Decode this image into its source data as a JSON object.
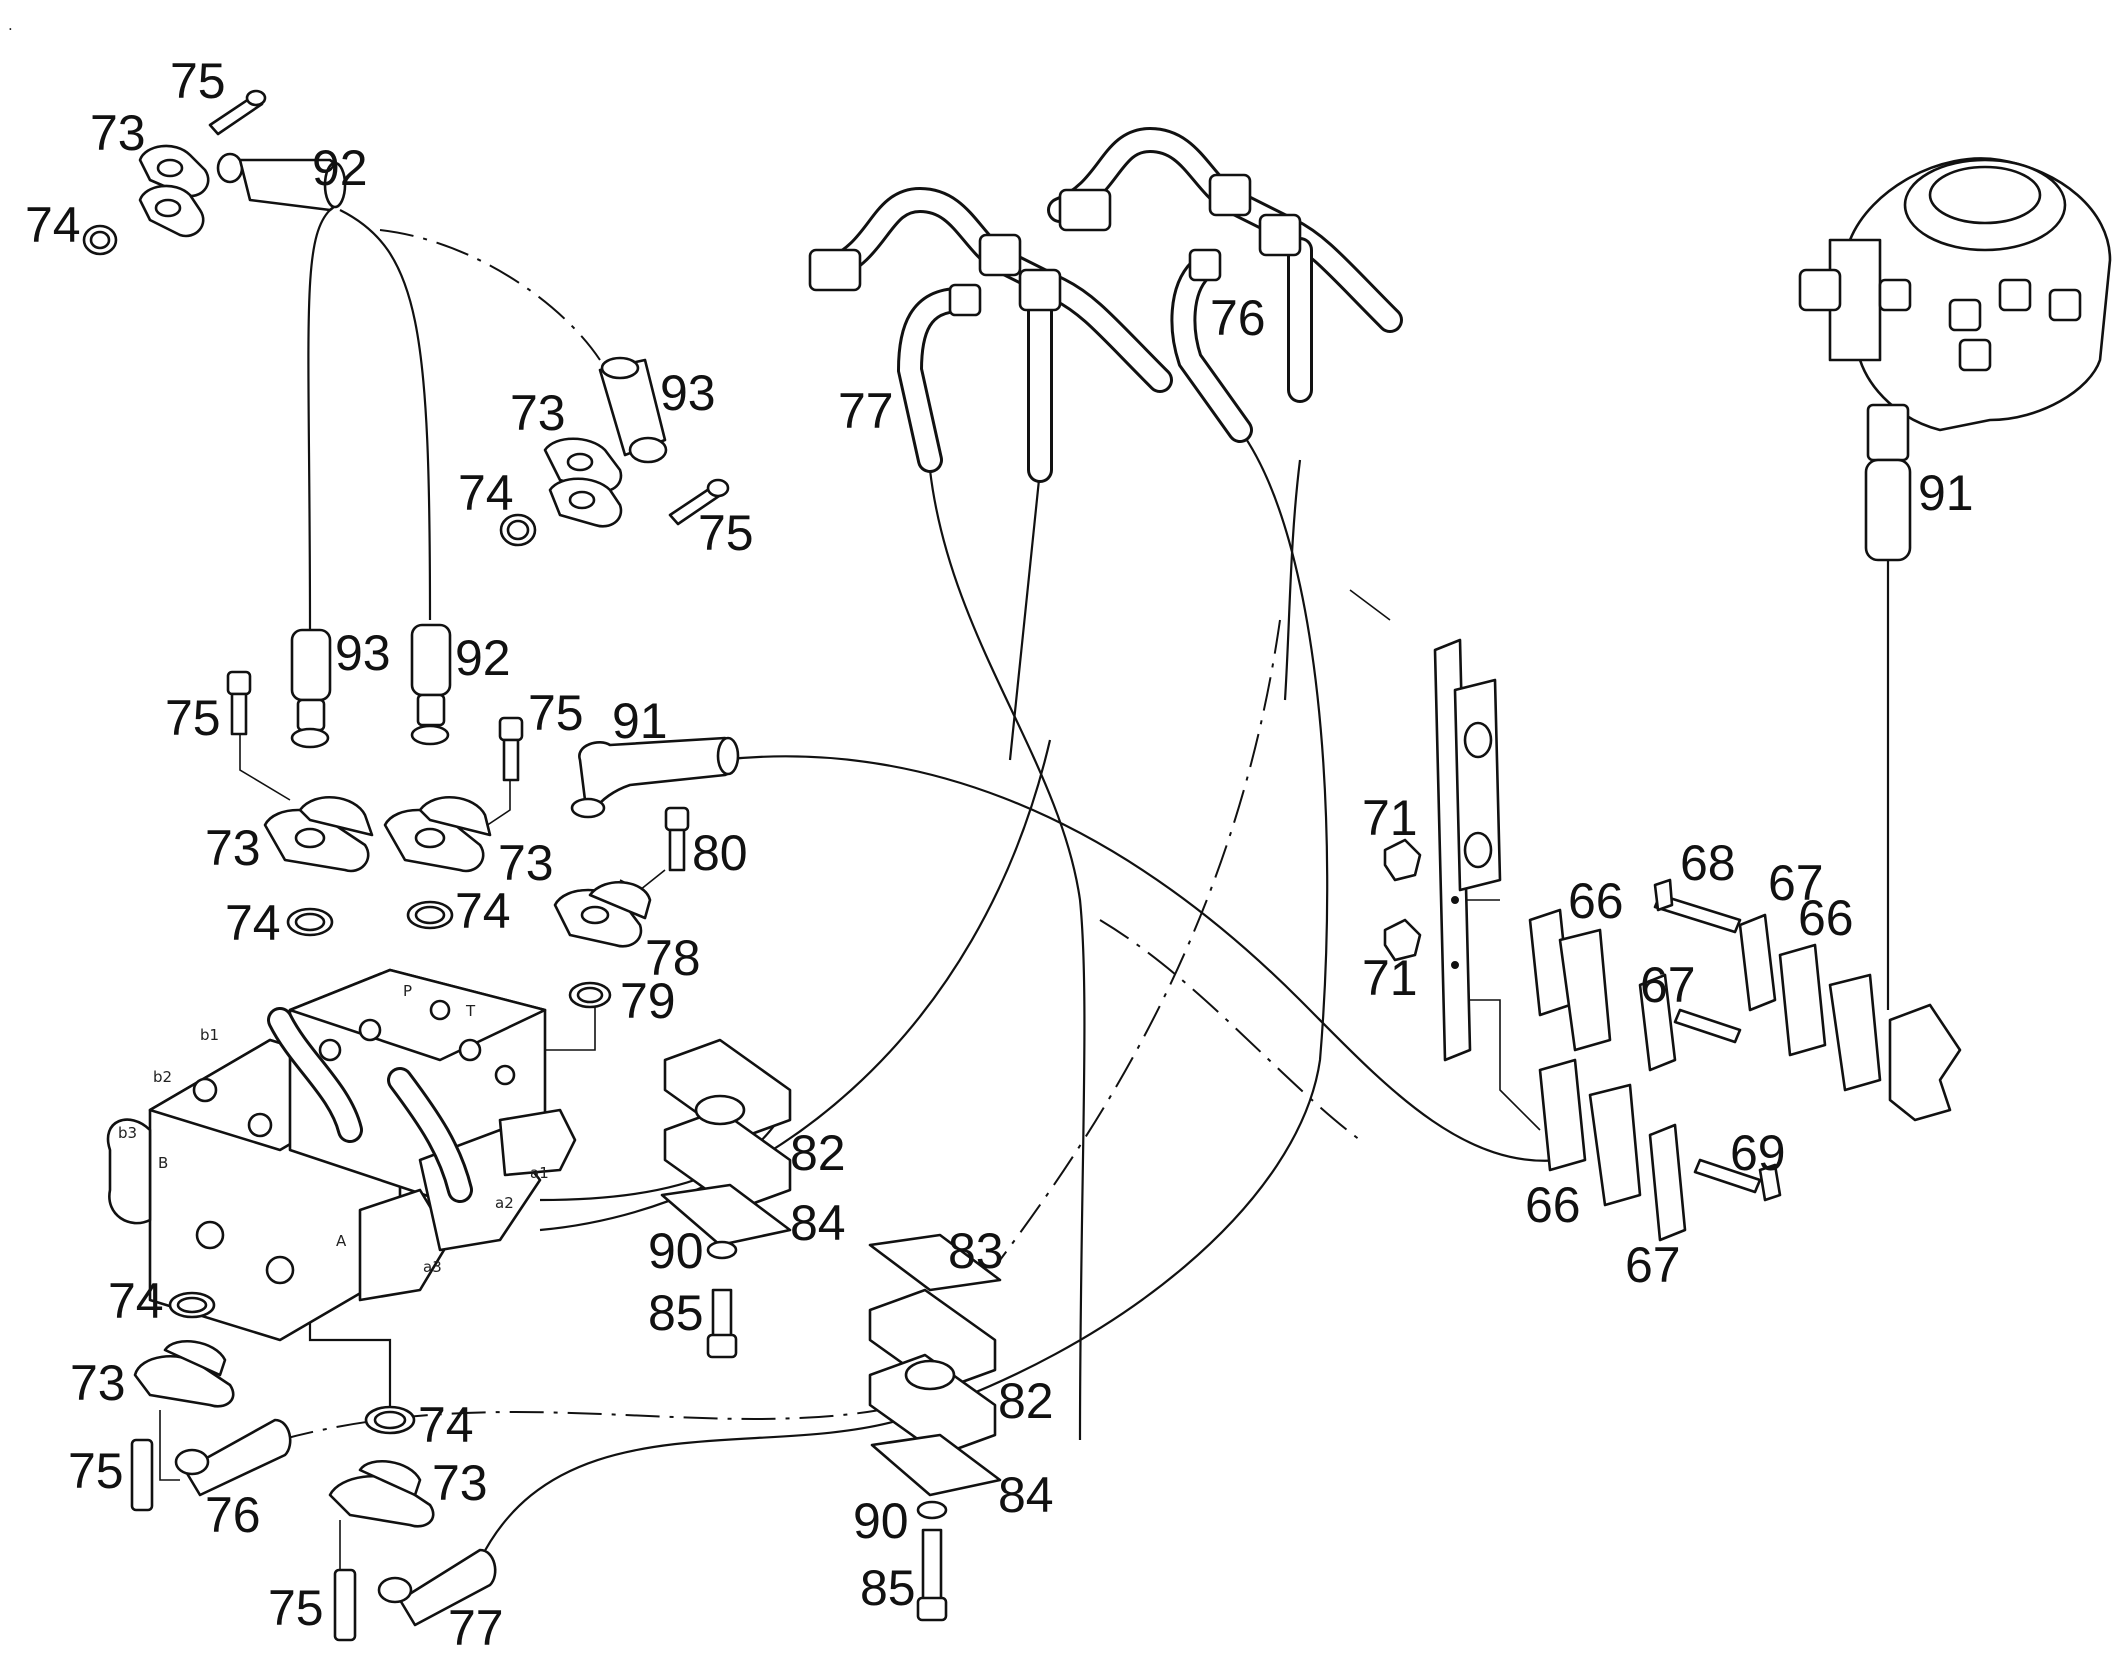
{
  "diagram": {
    "corner_mark": ".",
    "port_labels": [
      "P",
      "T",
      "b1",
      "b2",
      "b3",
      "B",
      "A",
      "a1",
      "a2",
      "a3"
    ],
    "callouts": [
      {
        "id": "c01",
        "text": "75"
      },
      {
        "id": "c02",
        "text": "73"
      },
      {
        "id": "c03",
        "text": "74"
      },
      {
        "id": "c04",
        "text": "92"
      },
      {
        "id": "c05",
        "text": "93"
      },
      {
        "id": "c06",
        "text": "73"
      },
      {
        "id": "c07",
        "text": "74"
      },
      {
        "id": "c08",
        "text": "75"
      },
      {
        "id": "c09",
        "text": "77"
      },
      {
        "id": "c10",
        "text": "76"
      },
      {
        "id": "c11",
        "text": "91"
      },
      {
        "id": "c12",
        "text": "93"
      },
      {
        "id": "c13",
        "text": "92"
      },
      {
        "id": "c14",
        "text": "75"
      },
      {
        "id": "c15",
        "text": "75"
      },
      {
        "id": "c16",
        "text": "91"
      },
      {
        "id": "c17",
        "text": "80"
      },
      {
        "id": "c18",
        "text": "73"
      },
      {
        "id": "c19",
        "text": "73"
      },
      {
        "id": "c20",
        "text": "74"
      },
      {
        "id": "c21",
        "text": "74"
      },
      {
        "id": "c22",
        "text": "78"
      },
      {
        "id": "c23",
        "text": "79"
      },
      {
        "id": "c24",
        "text": "71"
      },
      {
        "id": "c25",
        "text": "71"
      },
      {
        "id": "c26",
        "text": "68"
      },
      {
        "id": "c27",
        "text": "67"
      },
      {
        "id": "c28",
        "text": "66"
      },
      {
        "id": "c29",
        "text": "67"
      },
      {
        "id": "c30",
        "text": "66"
      },
      {
        "id": "c31",
        "text": "69"
      },
      {
        "id": "c32",
        "text": "66"
      },
      {
        "id": "c33",
        "text": "67"
      },
      {
        "id": "c34",
        "text": "82"
      },
      {
        "id": "c35",
        "text": "84"
      },
      {
        "id": "c36",
        "text": "90"
      },
      {
        "id": "c37",
        "text": "85"
      },
      {
        "id": "c38",
        "text": "83"
      },
      {
        "id": "c39",
        "text": "82"
      },
      {
        "id": "c40",
        "text": "84"
      },
      {
        "id": "c41",
        "text": "90"
      },
      {
        "id": "c42",
        "text": "85"
      },
      {
        "id": "c43",
        "text": "74"
      },
      {
        "id": "c44",
        "text": "73"
      },
      {
        "id": "c45",
        "text": "75"
      },
      {
        "id": "c46",
        "text": "76"
      },
      {
        "id": "c47",
        "text": "74"
      },
      {
        "id": "c48",
        "text": "73"
      },
      {
        "id": "c49",
        "text": "75"
      },
      {
        "id": "c50",
        "text": "77"
      }
    ]
  }
}
